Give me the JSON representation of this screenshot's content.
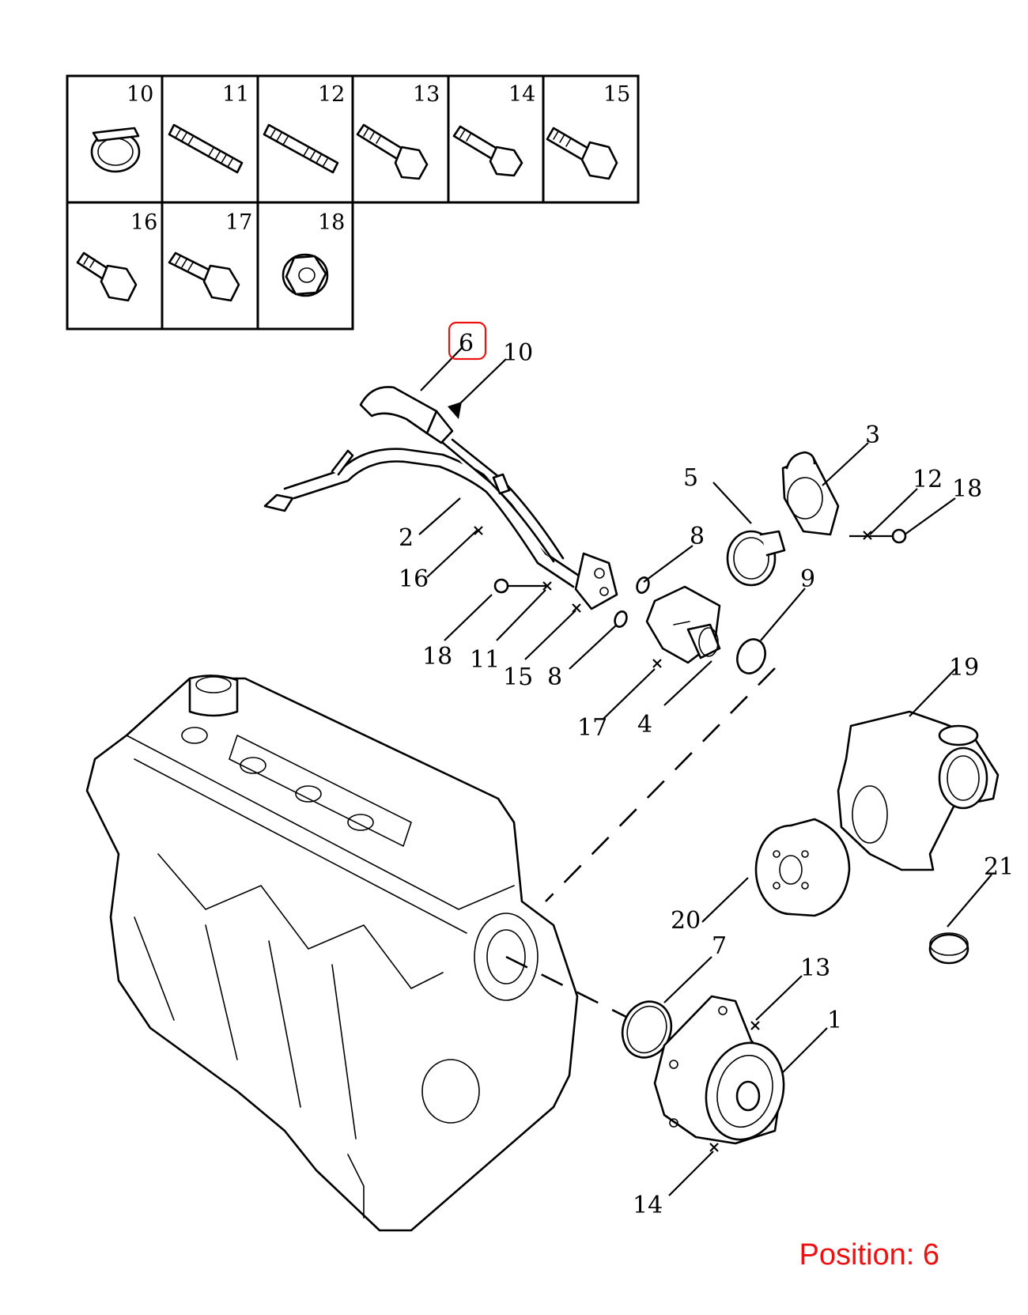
{
  "legend_grid": {
    "row1": [
      "10",
      "11",
      "12",
      "13",
      "14",
      "15"
    ],
    "row2": [
      "16",
      "17",
      "18"
    ]
  },
  "callouts": {
    "c6": "6",
    "c10": "10",
    "c3": "3",
    "c5": "5",
    "c12": "12",
    "c18a": "18",
    "c2": "2",
    "c8a": "8",
    "c9": "9",
    "c16": "16",
    "c18b": "18",
    "c11": "11",
    "c15": "15",
    "c8b": "8",
    "c17": "17",
    "c4": "4",
    "c19": "19",
    "c21": "21",
    "c20": "20",
    "c7": "7",
    "c13": "13",
    "c1": "1",
    "c14": "14"
  },
  "highlight": {
    "color": "#ee1111",
    "target": "6"
  },
  "position_label": "Position: 6"
}
